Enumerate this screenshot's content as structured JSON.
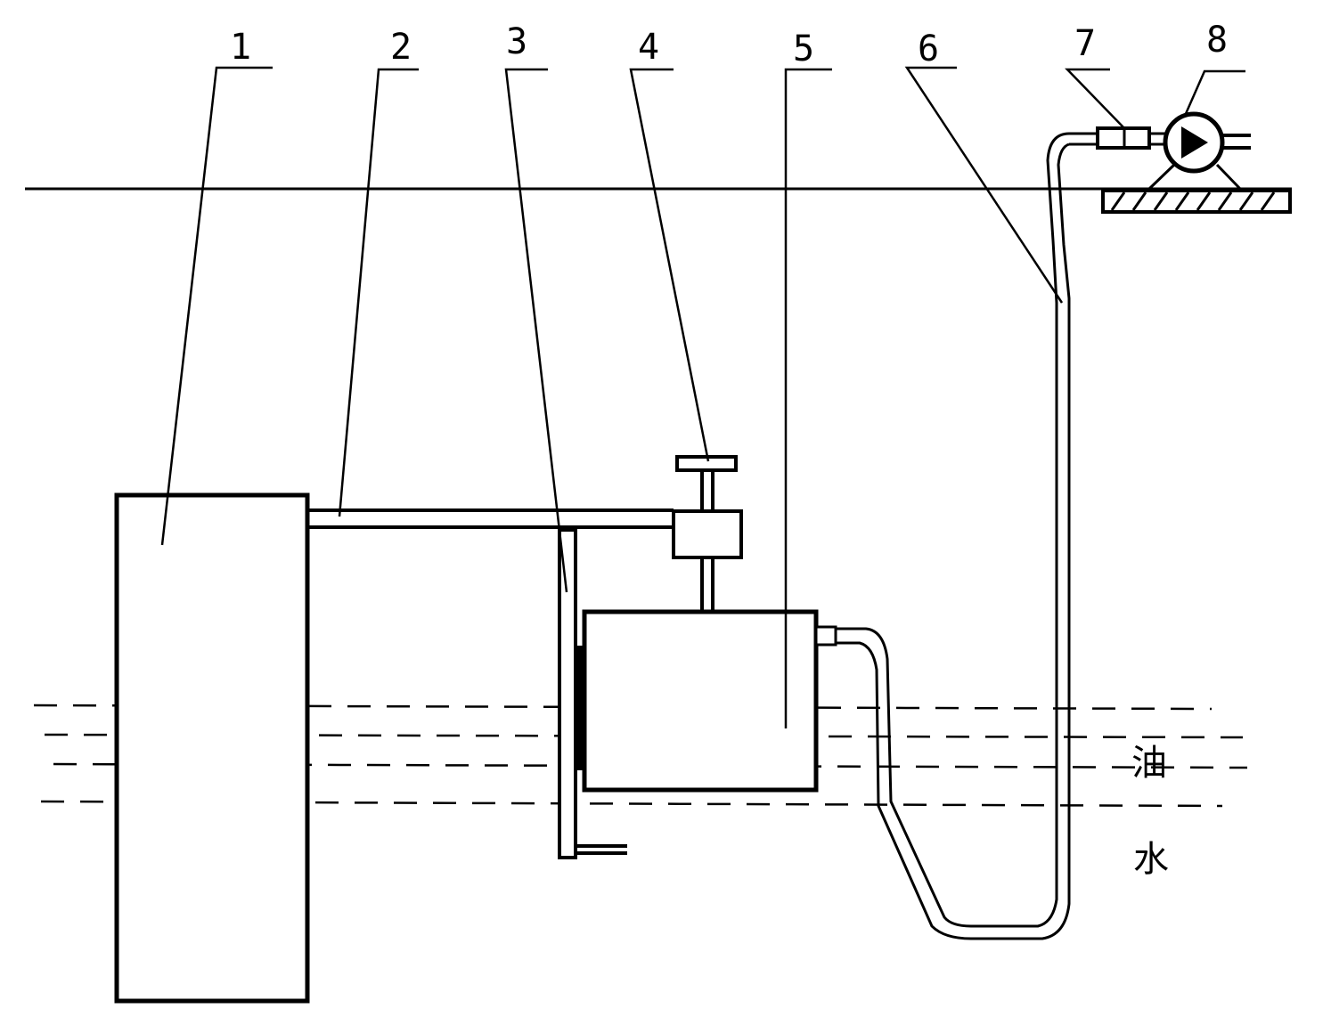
{
  "callouts": {
    "c1": "1",
    "c2": "2",
    "c3": "3",
    "c4": "4",
    "c5": "5",
    "c6": "6",
    "c7": "7",
    "c8": "8"
  },
  "layers": {
    "oil": "油",
    "water": "水"
  }
}
